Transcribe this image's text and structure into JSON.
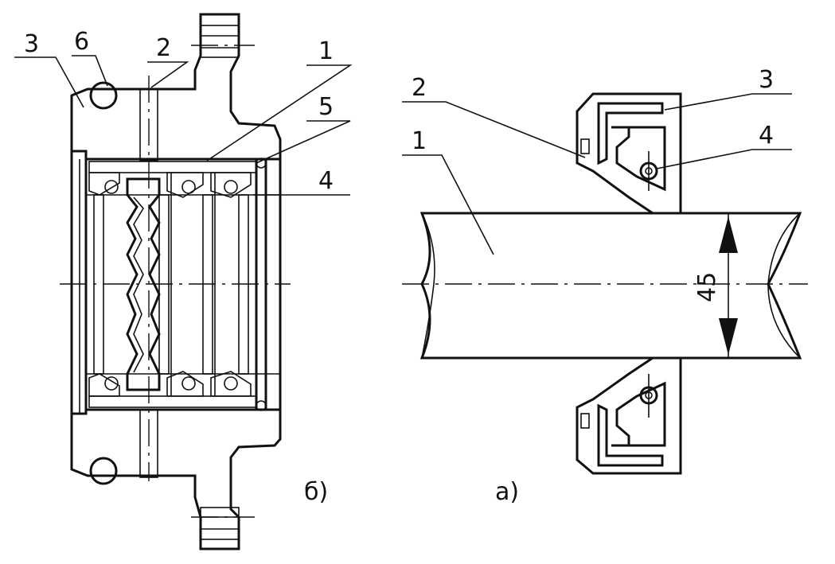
{
  "figure_b": {
    "caption": "б)",
    "callouts": [
      "3",
      "6",
      "2",
      "1",
      "5",
      "4"
    ]
  },
  "figure_a": {
    "caption": "а)",
    "callouts": [
      "2",
      "1",
      "3",
      "4"
    ],
    "dimension": "45"
  }
}
